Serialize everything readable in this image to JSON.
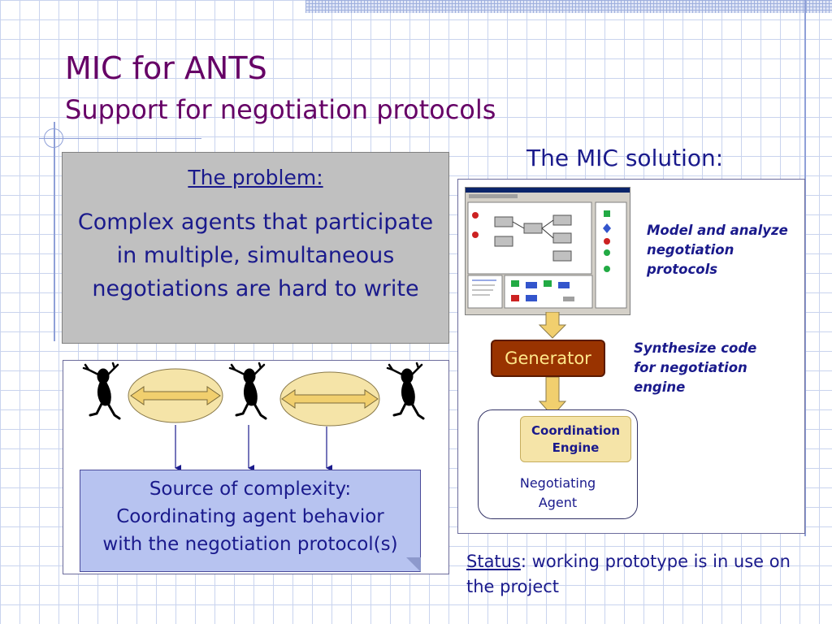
{
  "slide": {
    "title": "MIC for ANTS",
    "subtitle": "Support for negotiation protocols"
  },
  "problem": {
    "heading": "The problem:",
    "text": "Complex agents that participate in multiple, simultaneous negotiations are hard to write"
  },
  "complexity": {
    "line1": "Source of complexity:",
    "line2": "Coordinating agent behavior",
    "line3": "with the negotiation protocol(s)"
  },
  "solution": {
    "heading": "The MIC solution:",
    "model_line1": "Model and analyze",
    "model_line2": "negotiation",
    "model_line3": "protocols",
    "synth_line1": "Synthesize code",
    "synth_line2": "for negotiation",
    "synth_line3": "engine",
    "generator": "Generator",
    "engine_line1": "Coordination",
    "engine_line2": "Engine",
    "agent_line1": "Negotiating",
    "agent_line2": "Agent"
  },
  "status": {
    "label": "Status",
    "text": ": working prototype is in use on the project"
  },
  "colors": {
    "title": "#660066",
    "body_text": "#1a1a8c",
    "generator_fill": "#993300",
    "engine_fill": "#f5e4a8"
  }
}
